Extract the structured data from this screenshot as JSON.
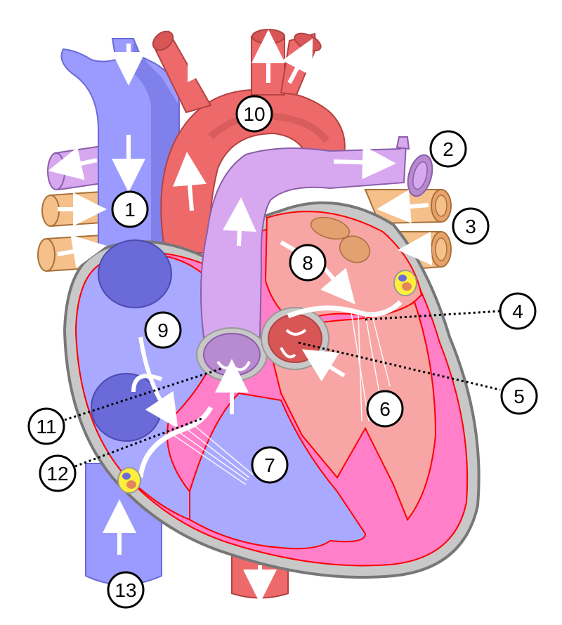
{
  "colors": {
    "vena_cava": "#9b9bff",
    "vena_cava_dark": "#6a6ad8",
    "vena_cava_light": "#b7b7ff",
    "aorta": "#ee6a6a",
    "aorta_dark": "#c24e4e",
    "pulmonary": "#d7a8ef",
    "pulmonary_dark": "#a87cc4",
    "pulmonary_vein": "#f5c08a",
    "pulmonary_vein_dark": "#c4894d",
    "muscle": "#ff7fc8",
    "left_atrium": "#f7a5a5",
    "right_chamber": "#a9a9ff",
    "wall_outline": "#8a8a8a",
    "wall_fill": "#c8c8c8",
    "red_line": "#ff0000",
    "arrow": "#ffffff",
    "node_yellow": "#ffef3a",
    "label_stroke": "#000000"
  },
  "labels": [
    {
      "id": "1",
      "text": "1"
    },
    {
      "id": "2",
      "text": "2"
    },
    {
      "id": "3",
      "text": "3"
    },
    {
      "id": "4",
      "text": "4"
    },
    {
      "id": "5",
      "text": "5"
    },
    {
      "id": "6",
      "text": "6"
    },
    {
      "id": "7",
      "text": "7"
    },
    {
      "id": "8",
      "text": "8"
    },
    {
      "id": "9",
      "text": "9"
    },
    {
      "id": "10",
      "text": "10"
    },
    {
      "id": "11",
      "text": "11"
    },
    {
      "id": "12",
      "text": "12"
    },
    {
      "id": "13",
      "text": "13"
    }
  ]
}
